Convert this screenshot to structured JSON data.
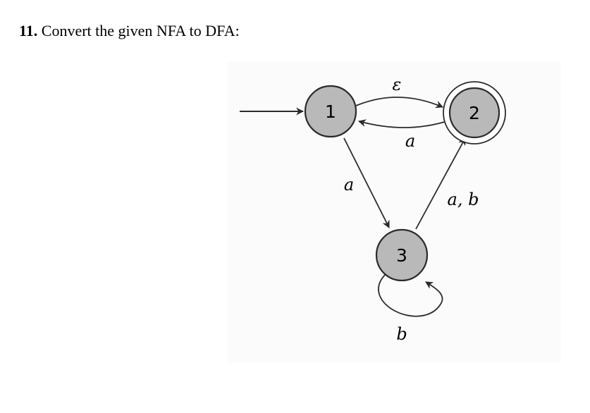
{
  "question": {
    "number": "11.",
    "text": "Convert the given NFA to DFA:"
  },
  "automaton": {
    "start_state": "1",
    "accepting_states": [
      "2"
    ],
    "states": [
      {
        "id": "1",
        "label": "1"
      },
      {
        "id": "2",
        "label": "2"
      },
      {
        "id": "3",
        "label": "3"
      }
    ],
    "transitions": [
      {
        "from": "1",
        "to": "2",
        "label": "ε"
      },
      {
        "from": "2",
        "to": "1",
        "label": "a"
      },
      {
        "from": "1",
        "to": "3",
        "label": "a"
      },
      {
        "from": "3",
        "to": "2",
        "label": "a, b"
      },
      {
        "from": "3",
        "to": "3",
        "label": "b"
      }
    ],
    "colors": {
      "state_fill": "#b9b9b9",
      "stroke": "#2b2b2b",
      "accept_ring": "#ffffff"
    }
  }
}
